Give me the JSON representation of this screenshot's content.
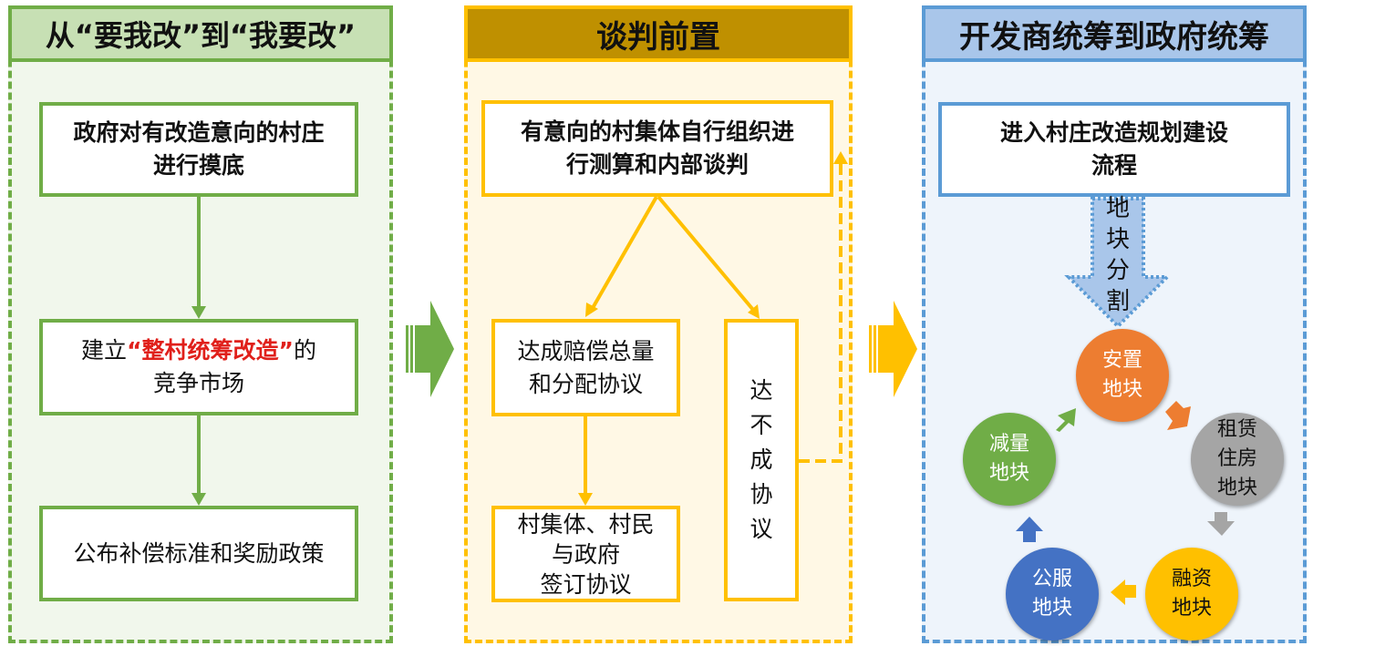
{
  "colors": {
    "green": "#70ad47",
    "green_bg": "#f1f7ec",
    "green_hdr": "#c7e0b4",
    "yellow": "#ffc000",
    "yellow_bg": "#fff8e5",
    "yellow_hdr": "#bf9000",
    "blue": "#5b9bd5",
    "blue_bg": "#eef4fb",
    "blue_hdr": "#a9c6ea",
    "orange": "#ed7d31",
    "gray": "#a5a5a5",
    "gold": "#ffc000",
    "darkblue": "#4472c4"
  },
  "panel1": {
    "header": "从“要我改”到“我要改”",
    "box1": "政府对有改造意向的村庄\n进行摸底",
    "box2_pre": "建立",
    "box2_red": "“整村统筹改造”",
    "box2_post": "的",
    "box2_line2": "竞争市场",
    "box3": "公布补偿标准和奖励政策"
  },
  "panel2": {
    "header": "谈判前置",
    "top_box": "有意向的村集体自行组织进\n行测算和内部谈判",
    "left_box": "达成赔偿总量\n和分配协议",
    "bottom_box": "村集体、村民\n与政府\n签订协议",
    "right_box": [
      "达",
      "不",
      "成",
      "协",
      "议"
    ]
  },
  "panel3": {
    "header": "开发商统筹到政府统筹",
    "top_box": "进入村庄改造规划建设\n流程",
    "down_arrow_label": [
      "地",
      "块",
      "分",
      "割"
    ],
    "circles": {
      "resettle": [
        "安置",
        "地块"
      ],
      "rental": [
        "租赁",
        "住房",
        "地块"
      ],
      "finance": [
        "融资",
        "地块"
      ],
      "public": [
        "公服",
        "地块"
      ],
      "reduce": [
        "减量",
        "地块"
      ]
    }
  }
}
